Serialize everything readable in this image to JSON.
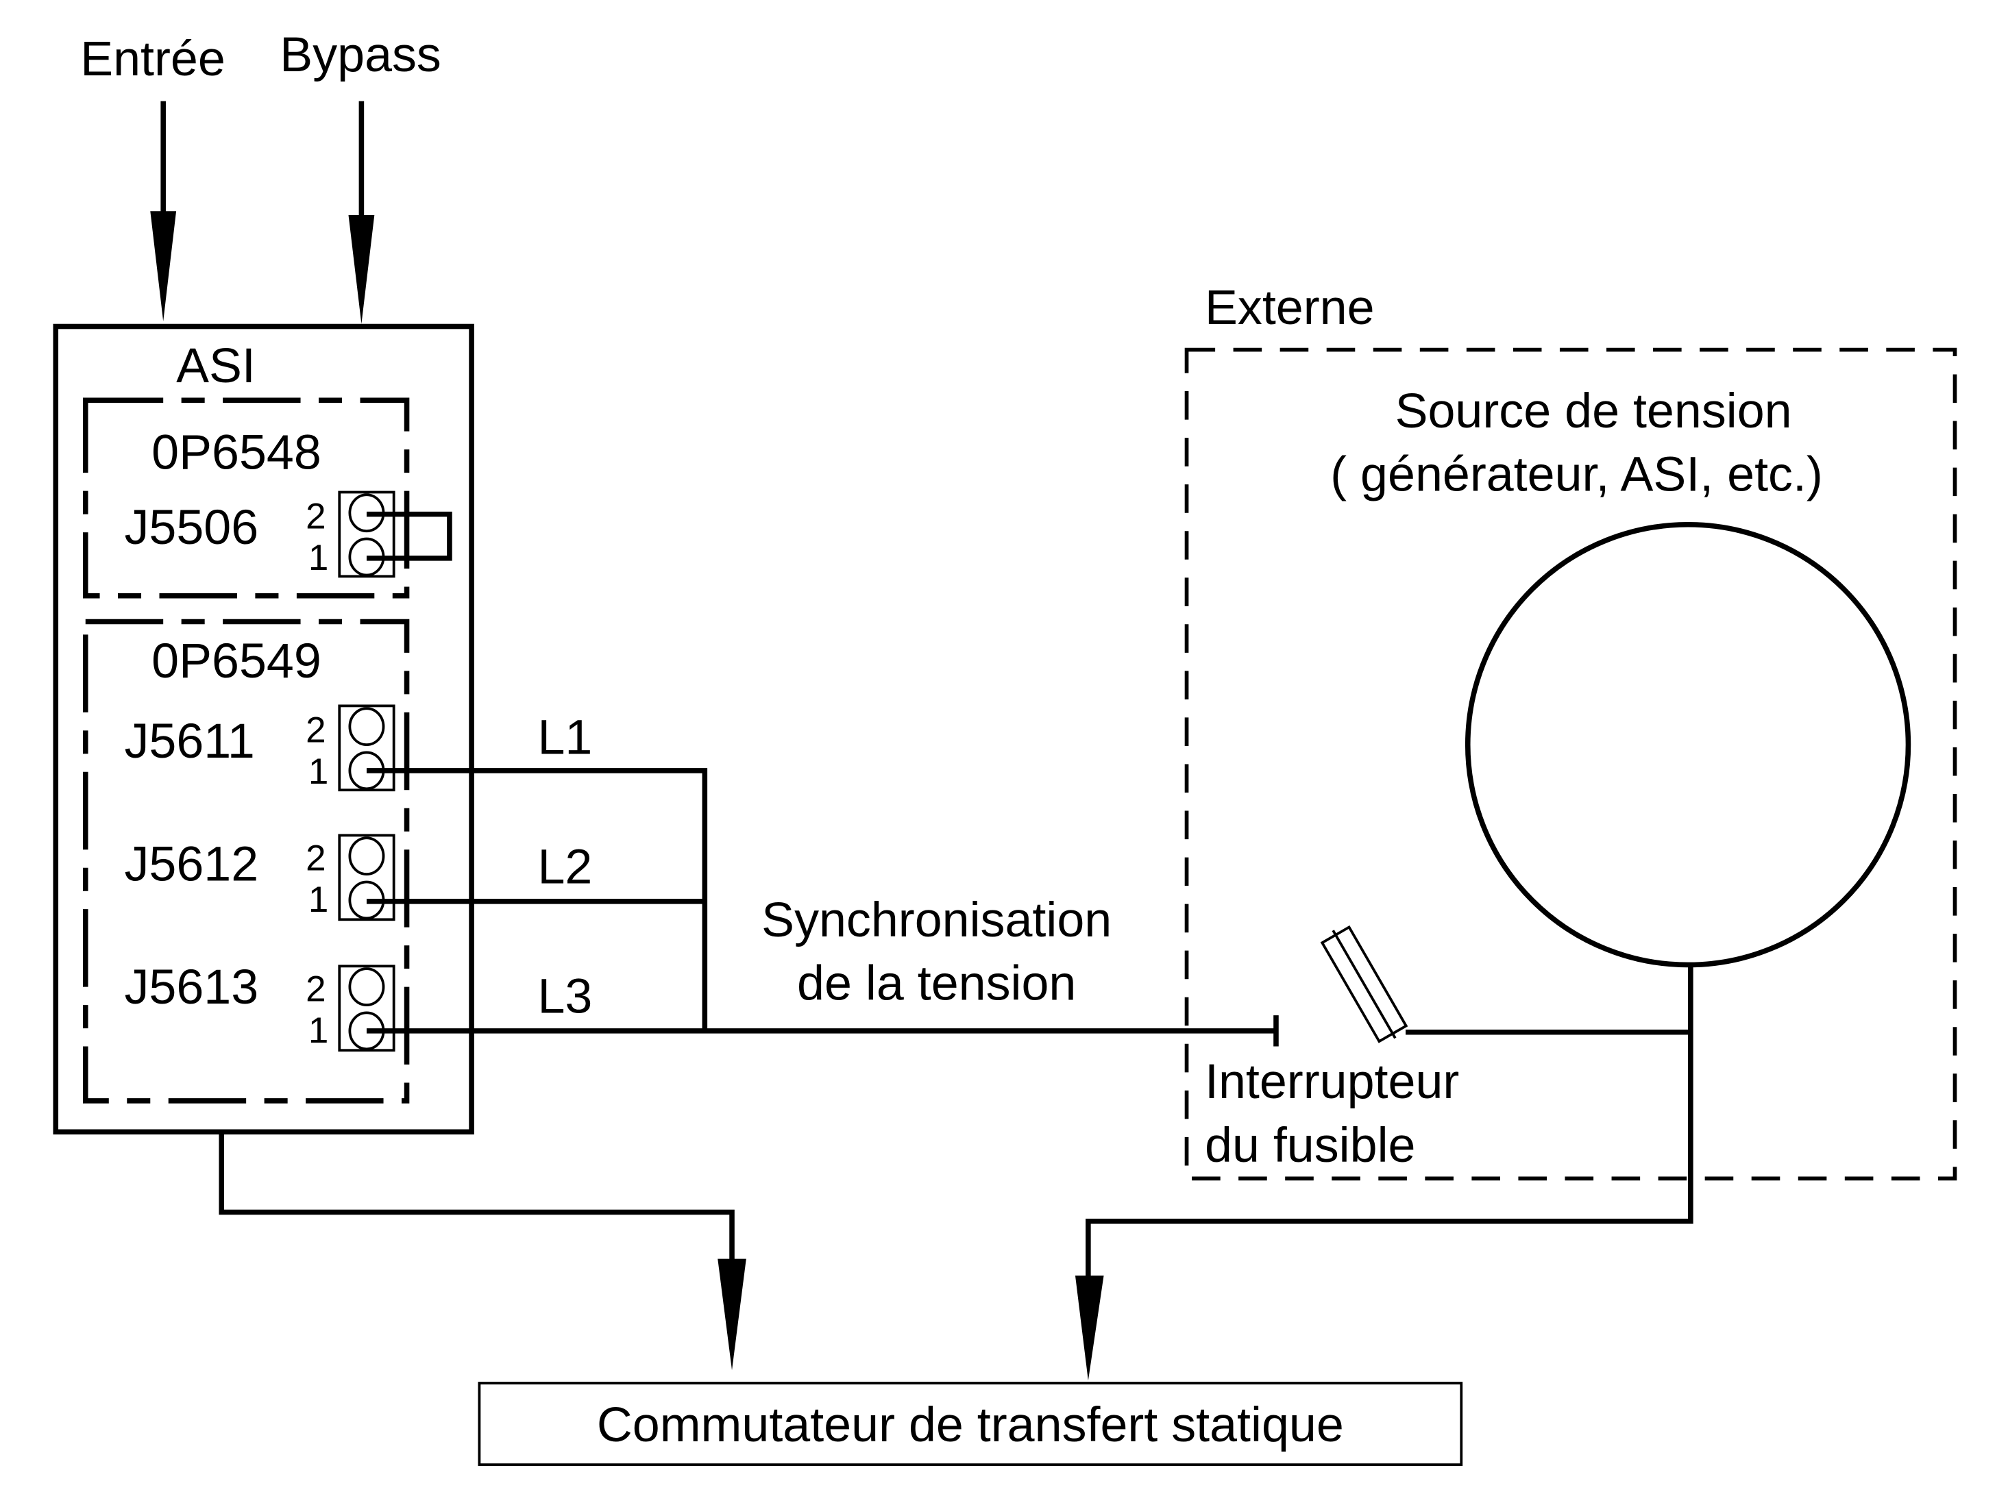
{
  "labels": {
    "input": "Entrée",
    "bypass": "Bypass",
    "ups": "ASI",
    "board1": "0P6548",
    "board2": "0P6549",
    "external": "Externe",
    "source_line1": "Source de tension",
    "source_line2": "( générateur, ASI, etc.)",
    "sync_line1": "Synchronisation",
    "sync_line2": "de la tension",
    "fuse_line1": "Interrupteur",
    "fuse_line2": "du fusible",
    "sts": "Commutateur de transfert statique"
  },
  "connectors": [
    {
      "name": "J5506",
      "pins": [
        "2",
        "1"
      ]
    },
    {
      "name": "J5611",
      "pins": [
        "2",
        "1"
      ],
      "line": "L1"
    },
    {
      "name": "J5612",
      "pins": [
        "2",
        "1"
      ],
      "line": "L2"
    },
    {
      "name": "J5613",
      "pins": [
        "2",
        "1"
      ],
      "line": "L3"
    }
  ]
}
